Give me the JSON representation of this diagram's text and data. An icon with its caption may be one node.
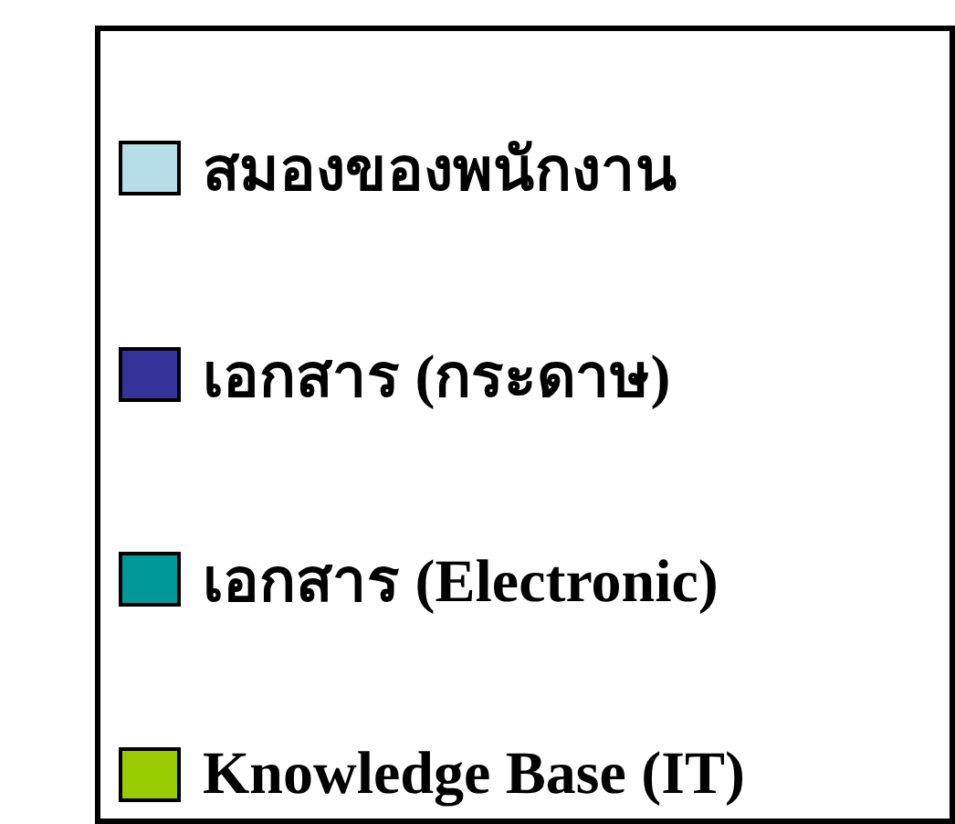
{
  "diagram": {
    "legend": [
      {
        "text": "สมองของพนักงาน",
        "color": "#b7dee8"
      },
      {
        "text": "เอกสาร (กระดาษ)",
        "color": "#333399"
      },
      {
        "text": "เอกสาร (Electronic)",
        "color": "#009999"
      },
      {
        "text": "Knowledge Base (IT)",
        "color": "#99cc00"
      }
    ]
  }
}
